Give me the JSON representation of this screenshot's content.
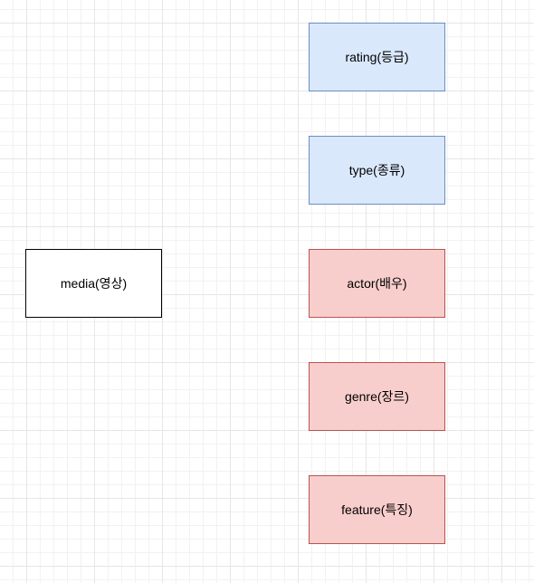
{
  "diagram": {
    "nodes": [
      {
        "id": "media",
        "label": "media(영상)",
        "fill": "#ffffff",
        "stroke": "#000000"
      },
      {
        "id": "rating",
        "label": "rating(등급)",
        "fill": "#dae8fc",
        "stroke": "#6c8ebf"
      },
      {
        "id": "type",
        "label": "type(종류)",
        "fill": "#dae8fc",
        "stroke": "#6c8ebf"
      },
      {
        "id": "actor",
        "label": "actor(배우)",
        "fill": "#f8cecc",
        "stroke": "#b85450"
      },
      {
        "id": "genre",
        "label": "genre(장르)",
        "fill": "#f8cecc",
        "stroke": "#b85450"
      },
      {
        "id": "feature",
        "label": "feature(특징)",
        "fill": "#f8cecc",
        "stroke": "#b85450"
      }
    ]
  }
}
